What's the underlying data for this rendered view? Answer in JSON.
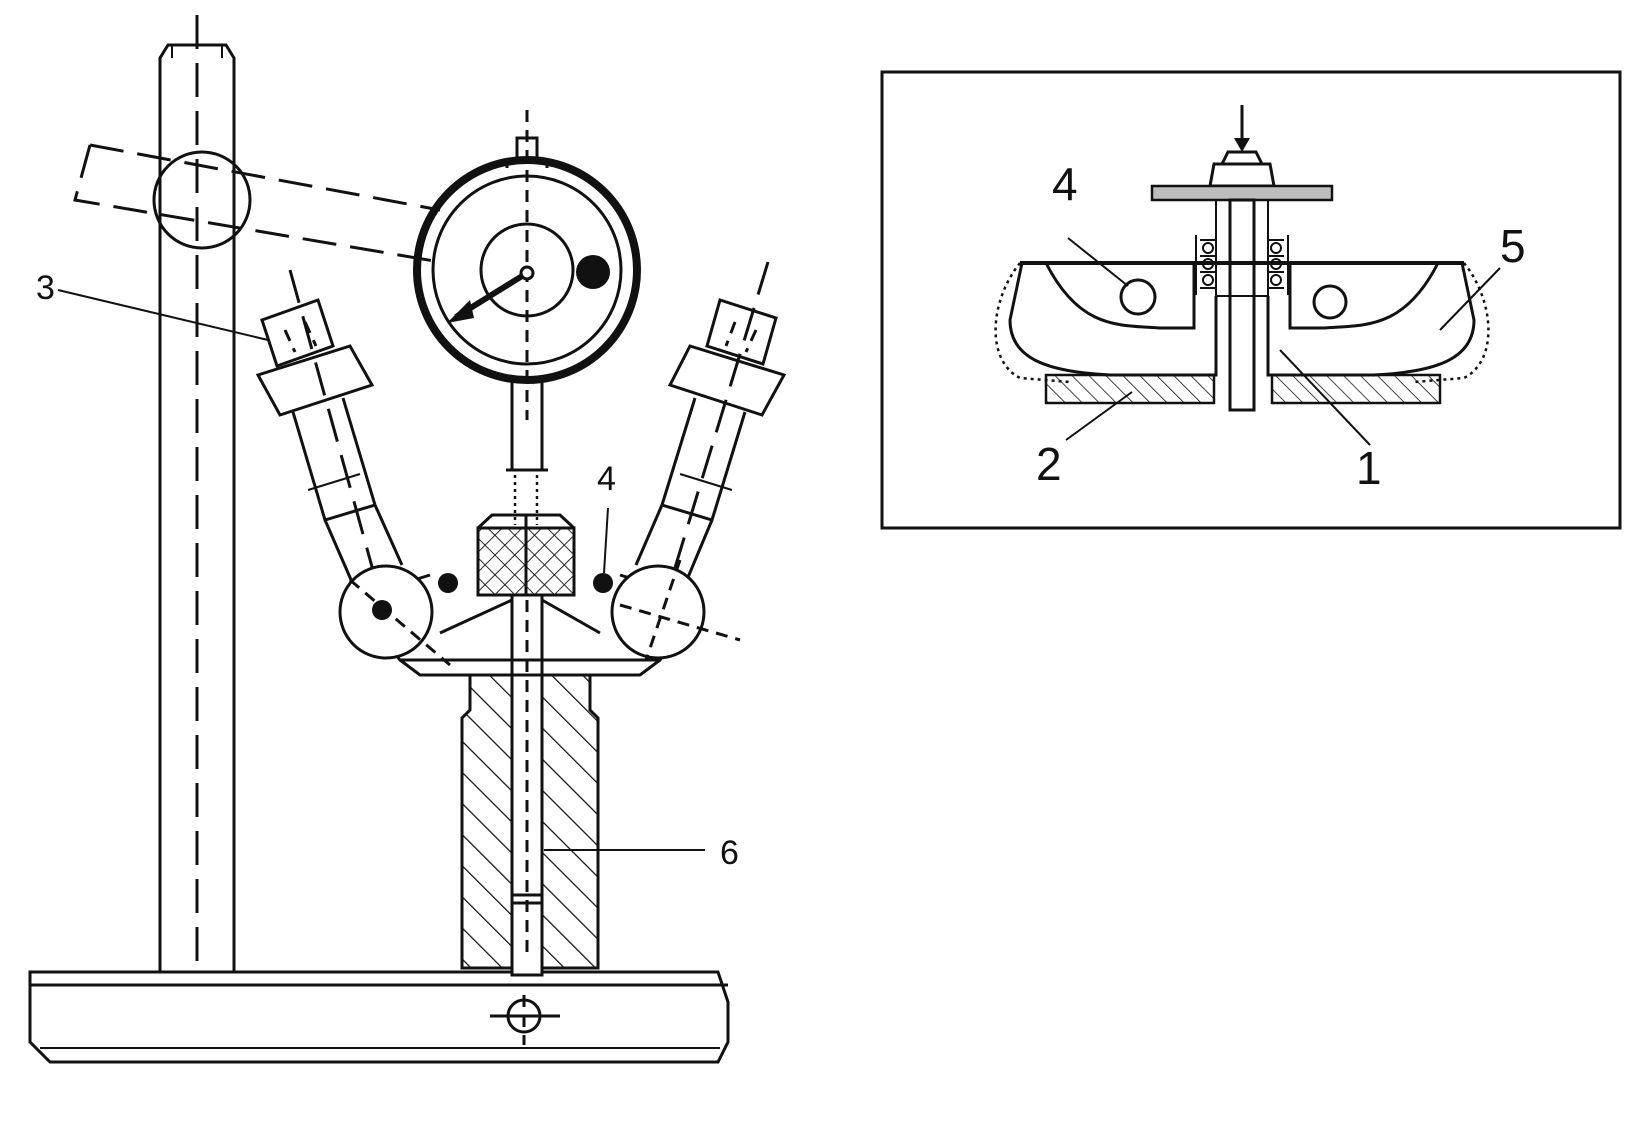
{
  "figure": {
    "main_labels": {
      "indicator_holder": "3",
      "ball": "4",
      "pusher_rod": "6"
    },
    "inset_labels": {
      "ball": "4",
      "seal": "5",
      "support": "2",
      "disc": "1"
    }
  },
  "colors": {
    "ink": "#111111",
    "background": "#ffffff",
    "gray_fill": "#bdbdbd"
  }
}
